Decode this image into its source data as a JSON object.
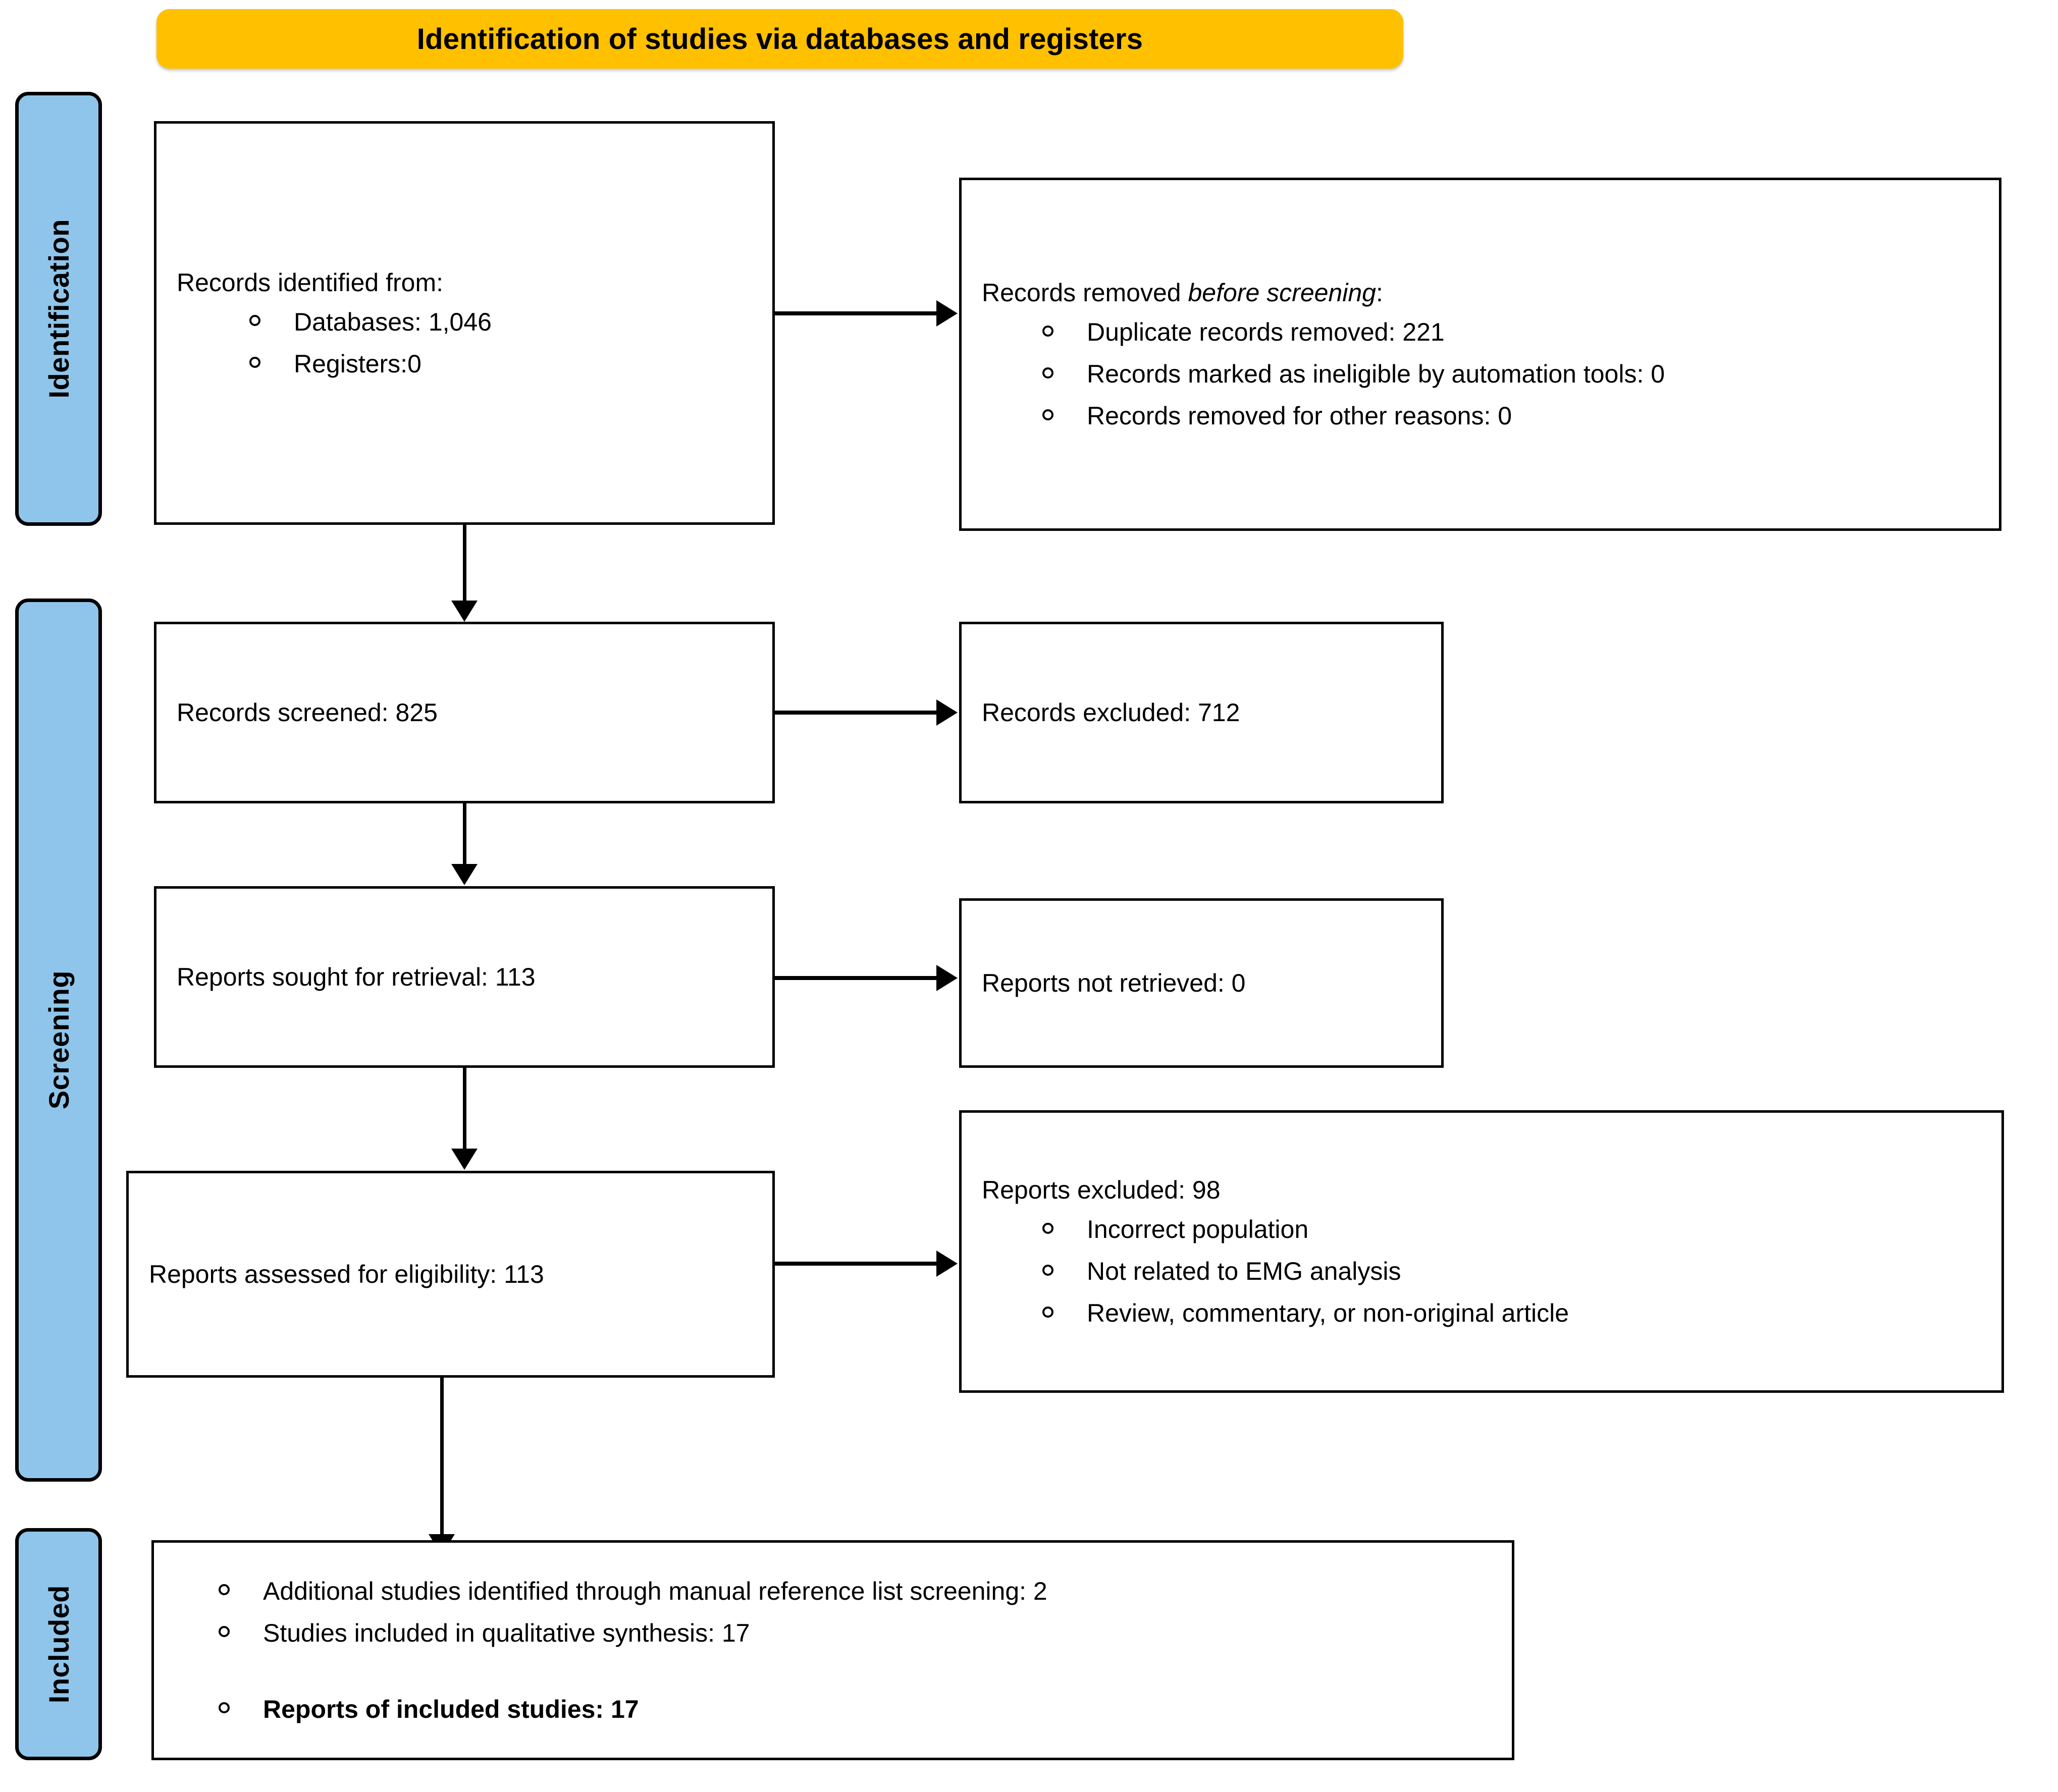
{
  "diagram": {
    "type": "prisma-flow-diagram",
    "banner": {
      "label": "Identification of studies via databases and registers",
      "color": "#FFC000"
    },
    "stages": [
      {
        "key": "identification",
        "label": "Identification",
        "color": "#8FC5EA"
      },
      {
        "key": "screening",
        "label": "Screening",
        "color": "#8FC5EA"
      },
      {
        "key": "included",
        "label": "Included",
        "color": "#8FC5EA"
      }
    ],
    "boxes": {
      "records_identified": {
        "title": "Records identified from:",
        "bullets": [
          "Databases: 1,046",
          "Registers:0"
        ]
      },
      "records_removed": {
        "title_lead": "Records removed ",
        "title_em": "before screening",
        "title_tail": ":",
        "bullets": [
          "Duplicate records removed: 221",
          "Records marked as ineligible by automation tools: 0",
          "Records removed for other reasons: 0"
        ]
      },
      "records_screened": {
        "title": "Records screened: 825"
      },
      "records_excluded": {
        "title": "Records excluded: 712"
      },
      "reports_sought": {
        "title": "Reports sought for retrieval: 113"
      },
      "reports_not_retrieved": {
        "title": "Reports not retrieved: 0"
      },
      "reports_assessed": {
        "title": "Reports assessed for eligibility: 113"
      },
      "reports_excluded": {
        "title": "Reports excluded: 98",
        "bullets": [
          "Incorrect population",
          "Not related to EMG analysis",
          "Review, commentary, or non-original article"
        ]
      },
      "included_studies": {
        "bullets": [
          "Additional studies identified through manual reference list screening: 2",
          "Studies included in qualitative synthesis: 17",
          "Reports of included studies: 17"
        ]
      }
    },
    "counts": {
      "databases": 1046,
      "registers": 0,
      "duplicate_records_removed": 221,
      "marked_ineligible_automation": 0,
      "removed_other_reasons": 0,
      "records_screened": 825,
      "records_excluded": 712,
      "reports_sought_for_retrieval": 113,
      "reports_not_retrieved": 0,
      "reports_assessed_for_eligibility": 113,
      "reports_excluded": 98,
      "additional_studies_manual_reference": 2,
      "studies_qualitative_synthesis": 17,
      "reports_of_included_studies": 17
    }
  }
}
